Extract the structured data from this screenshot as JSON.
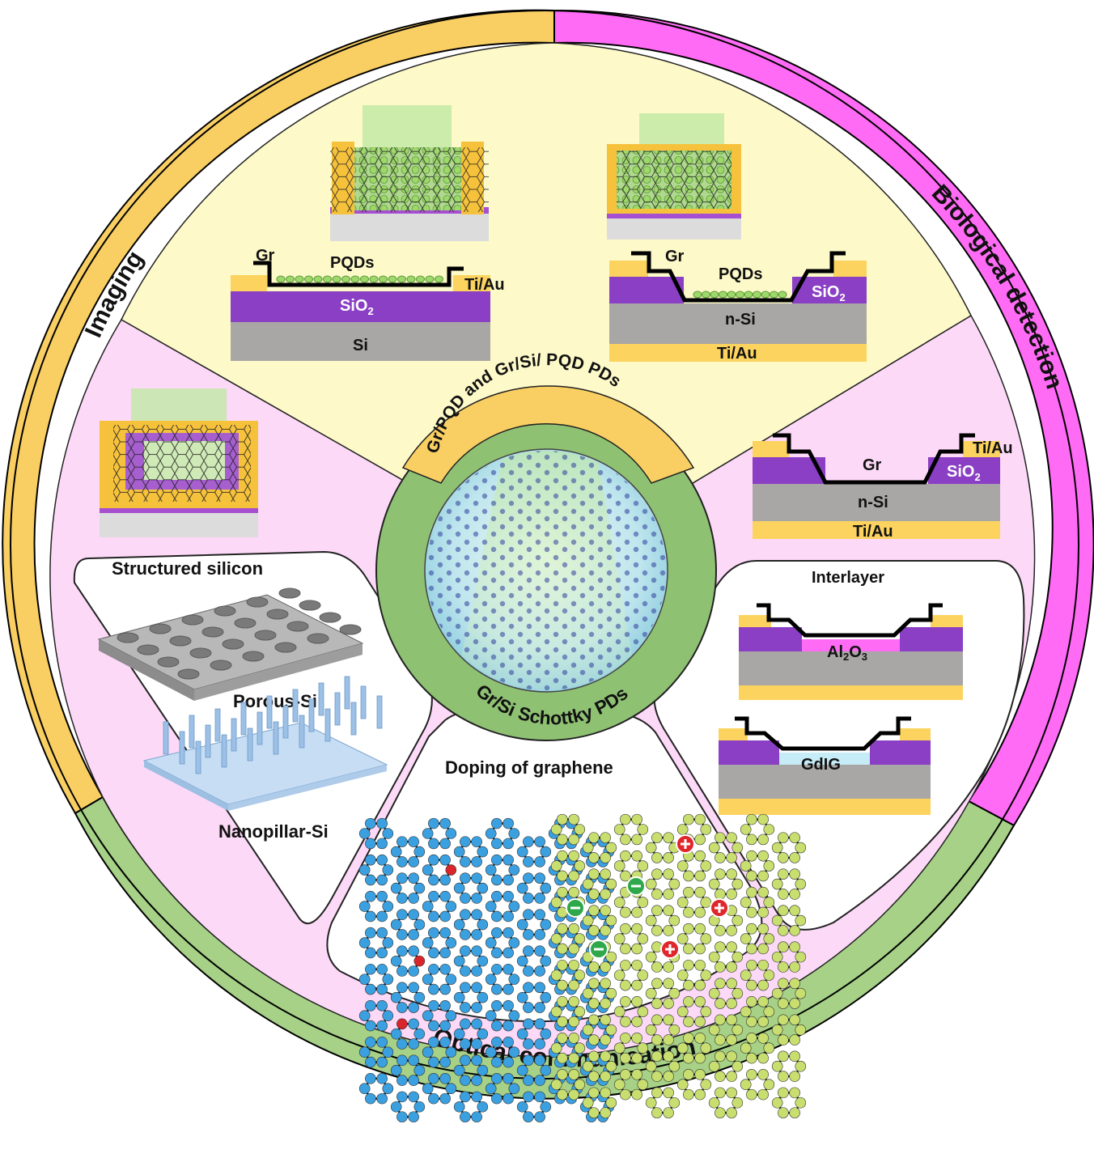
{
  "ring": {
    "imaging": "Imaging",
    "biological": "Biological detection",
    "optical": "Optical communication"
  },
  "center": {
    "top_arc": "Gr/PQD and Gr/Si/ PQD PDs",
    "bottom_arc": "Gr/Si Schottky PDs"
  },
  "top_left_device": {
    "gr": "Gr",
    "pqds": "PQDs",
    "tiau": "Ti/Au",
    "sio2": "SiO",
    "sio2_sub": "2",
    "si": "Si"
  },
  "top_right_device": {
    "gr": "Gr",
    "pqds": "PQDs",
    "sio2": "SiO",
    "sio2_sub": "2",
    "nsi": "n-Si",
    "tiau": "Ti/Au"
  },
  "right_device": {
    "tiau_top": "Ti/Au",
    "gr": "Gr",
    "sio2": "SiO",
    "sio2_sub": "2",
    "nsi": "n-Si",
    "tiau_bottom": "Ti/Au"
  },
  "interlayer": {
    "title": "Interlayer",
    "al2o3_a": "Al",
    "al2o3_b": "2",
    "al2o3_c": "O",
    "al2o3_d": "3",
    "gdig": "GdIG"
  },
  "structured": {
    "title": "Structured silicon",
    "porous": "Porous-Si",
    "nanopillar": "Nanopillar-Si"
  },
  "doping": {
    "title": "Doping of graphene"
  },
  "colors": {
    "imaging_ring": "#f9cf63",
    "bio_ring": "#ff6bf5",
    "optical_ring": "#a6d187",
    "top_sector": "#fdf9c8",
    "pink_sector": "#fdd9f8",
    "purple": "#8a3fc4",
    "gold": "#fbd35e",
    "gray": "#a9a6a6",
    "green_ring": "#8fc173"
  }
}
